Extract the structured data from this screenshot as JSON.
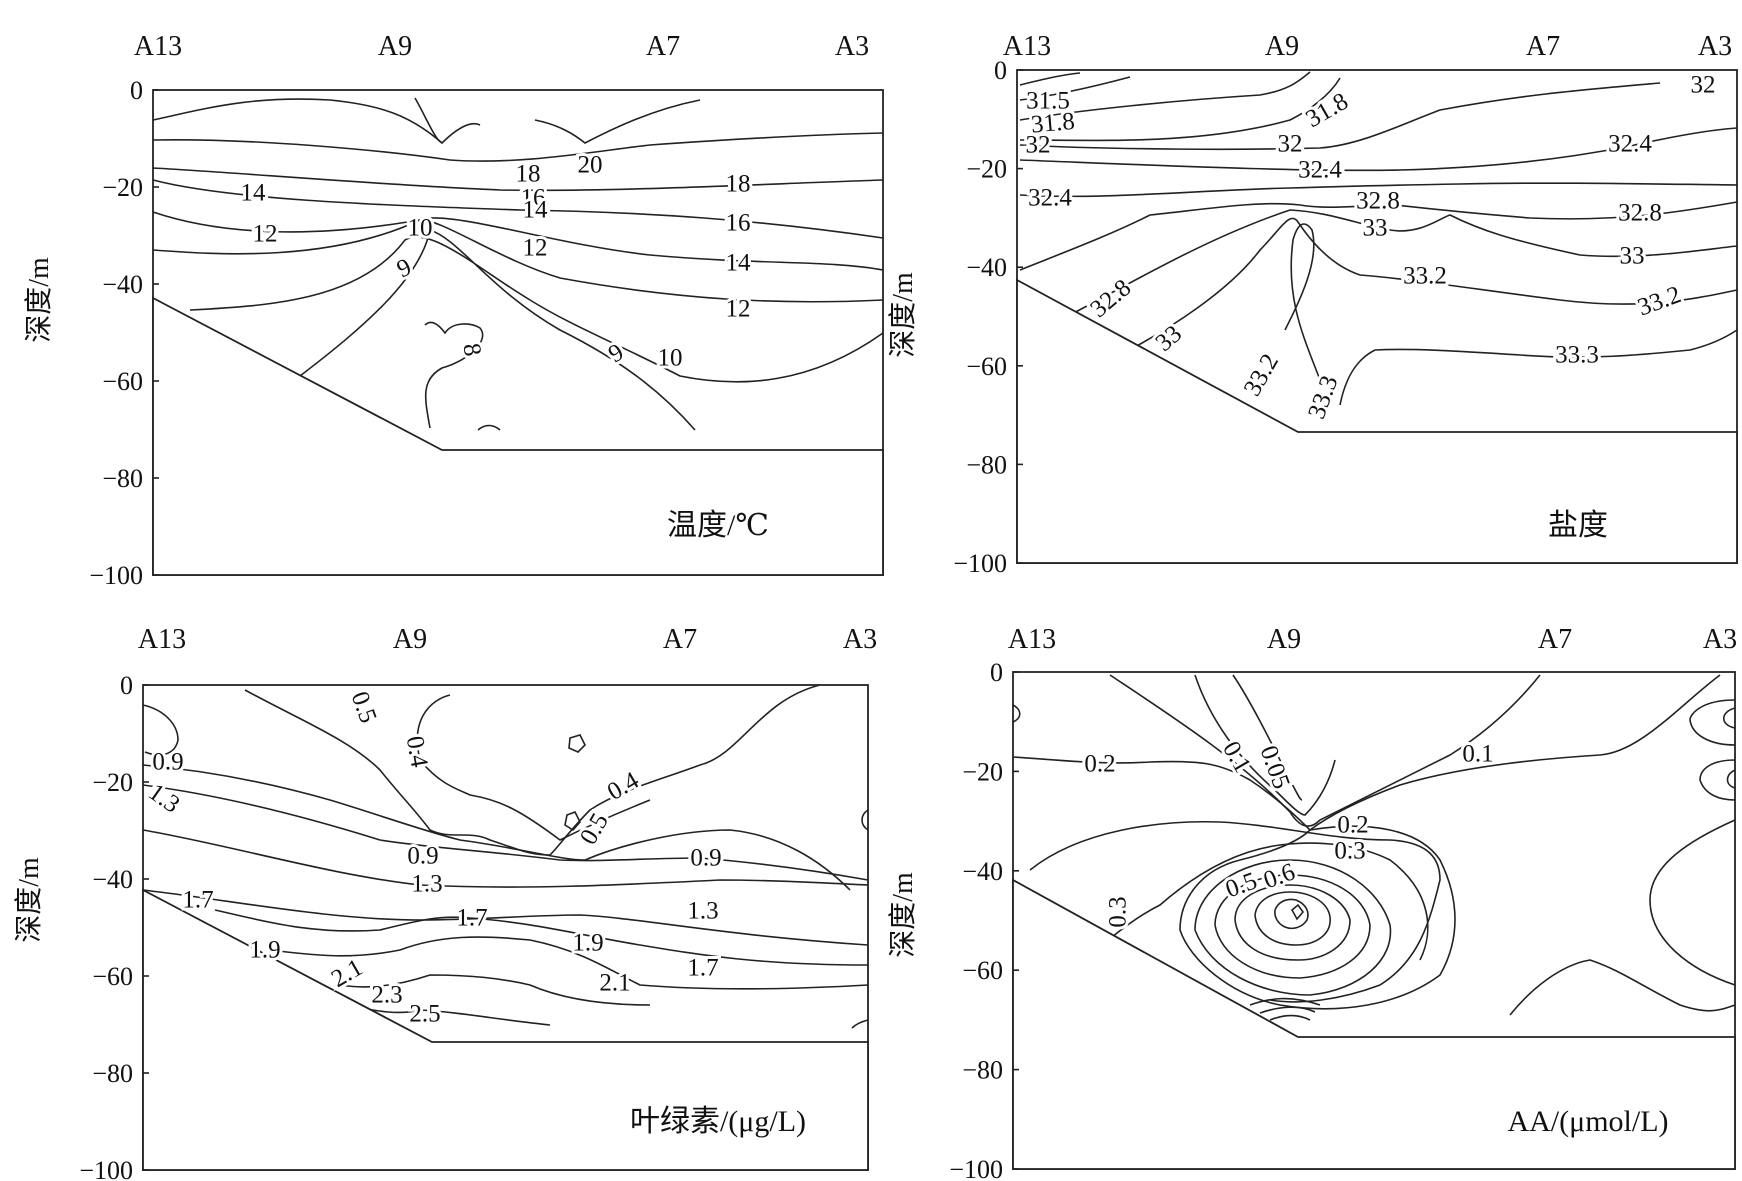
{
  "figure": {
    "y_axis_label": "深度/m",
    "stations": [
      "A13",
      "A9",
      "A7",
      "A3"
    ]
  },
  "chart_data": [
    {
      "type": "contour",
      "title": "温度/℃",
      "ylabel": "深度/m",
      "xlabel": "",
      "stations": [
        "A13",
        "A9",
        "A7",
        "A3"
      ],
      "ylim": [
        -100,
        0
      ],
      "yticks": [
        0,
        -20,
        -40,
        -60,
        -80,
        -100
      ],
      "contour_labels": [
        "20",
        "18",
        "18",
        "16",
        "16",
        "14",
        "14",
        "14",
        "12",
        "12",
        "12",
        "10",
        "10",
        "9",
        "9",
        "8"
      ]
    },
    {
      "type": "contour",
      "title": "盐度",
      "ylabel": "深度/m",
      "xlabel": "",
      "stations": [
        "A13",
        "A9",
        "A7",
        "A3"
      ],
      "ylim": [
        -100,
        0
      ],
      "yticks": [
        0,
        -20,
        -40,
        -60,
        -80,
        -100
      ],
      "contour_labels": [
        "31.5",
        "31.8",
        "31.8",
        "32",
        "32",
        "32",
        "32.4",
        "32.4",
        "32.4",
        "32.8",
        "32.8",
        "32.8",
        "33",
        "33",
        "33",
        "33.2",
        "33.2",
        "33.2",
        "33.3",
        "33.3"
      ]
    },
    {
      "type": "contour",
      "title": "叶绿素/(μg/L)",
      "ylabel": "深度/m",
      "xlabel": "",
      "stations": [
        "A13",
        "A9",
        "A7",
        "A3"
      ],
      "ylim": [
        -100,
        0
      ],
      "yticks": [
        0,
        -20,
        -40,
        -60,
        -80,
        -100
      ],
      "contour_labels": [
        "0.5",
        "0.4",
        "0.4",
        "0.5",
        "0.9",
        "0.9",
        "0.9",
        "1.3",
        "1.3",
        "1.3",
        "1.7",
        "1.7",
        "1.7",
        "1.9",
        "1.9",
        "2.1",
        "2.1",
        "2.3",
        "2.5"
      ]
    },
    {
      "type": "contour",
      "title": "AA/(μmol/L)",
      "ylabel": "深度/m",
      "xlabel": "",
      "stations": [
        "A13",
        "A9",
        "A7",
        "A3"
      ],
      "ylim": [
        -100,
        0
      ],
      "yticks": [
        0,
        -20,
        -40,
        -60,
        -80,
        -100
      ],
      "contour_labels": [
        "0.2",
        "0.1",
        "0.05",
        "0.1",
        "0.2",
        "0.3",
        "0.3",
        "0.5",
        "0.6"
      ]
    }
  ]
}
